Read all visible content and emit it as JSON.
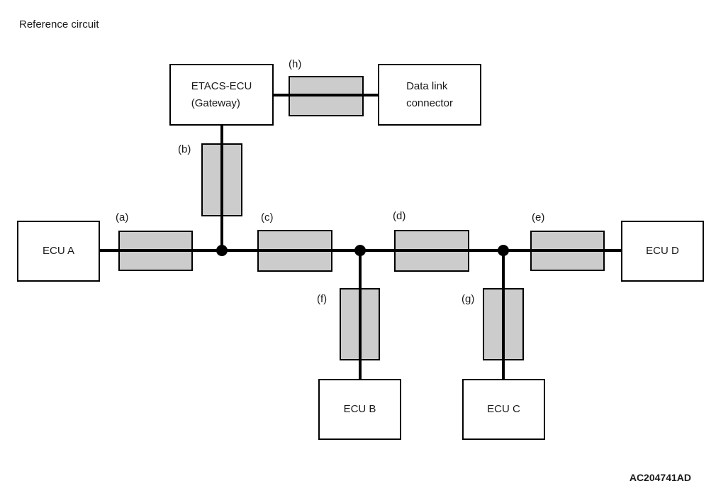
{
  "title": "Reference circuit",
  "figure_code": "AC204741AD",
  "colors": {
    "background": "#ffffff",
    "segment_fill": "#cccccc",
    "line": "#000000",
    "text": "#1a1a1a"
  },
  "nodes": {
    "etacs": {
      "line1": "ETACS-ECU",
      "line2": "(Gateway)"
    },
    "data_link": {
      "line1": "Data link",
      "line2": "connector"
    },
    "ecu_a": {
      "label": "ECU A"
    },
    "ecu_b": {
      "label": "ECU B"
    },
    "ecu_c": {
      "label": "ECU C"
    },
    "ecu_d": {
      "label": "ECU D"
    }
  },
  "segments": {
    "a": {
      "label": "(a)"
    },
    "b": {
      "label": "(b)"
    },
    "c": {
      "label": "(c)"
    },
    "d": {
      "label": "(d)"
    },
    "e": {
      "label": "(e)"
    },
    "f": {
      "label": "(f)"
    },
    "g": {
      "label": "(g)"
    },
    "h": {
      "label": "(h)"
    }
  },
  "connections": [
    "ETACS-ECU (Gateway) - (h) - Data link connector",
    "ETACS-ECU (Gateway) - (b) - bus junction 1",
    "ECU A - (a) - bus junction 1",
    "bus junction 1 - (c) - bus junction 2",
    "bus junction 2 - (d) - bus junction 3",
    "bus junction 3 - (e) - ECU D",
    "bus junction 2 - (f) - ECU B",
    "bus junction 3 - (g) - ECU C"
  ]
}
